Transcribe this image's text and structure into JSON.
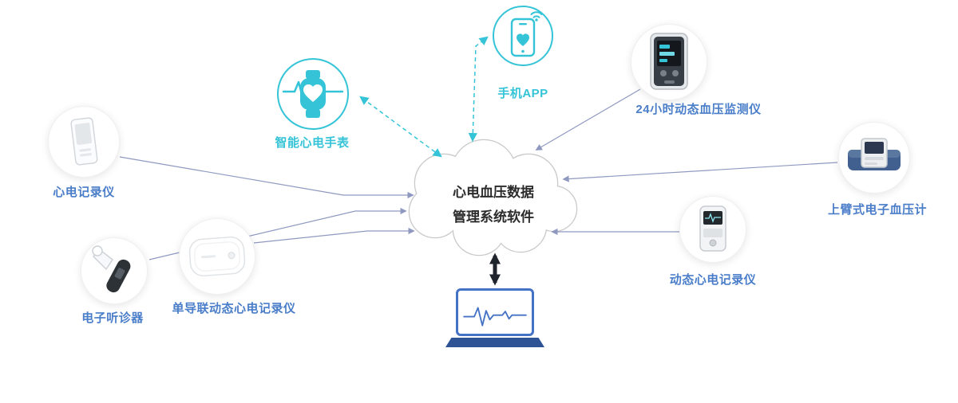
{
  "cloud": {
    "title_line1": "心电血压数据",
    "title_line2": "管理系统软件"
  },
  "labels": {
    "smartwatch": "智能心电手表",
    "phone_app": "手机APP",
    "ecg_recorder": "心电记录仪",
    "stethoscope": "电子听诊器",
    "patch_recorder": "单导联动态心电记录仪",
    "abpm": "24小时动态血压监测仪",
    "bp_meter": "上臂式电子血压计",
    "holter": "动态心电记录仪"
  },
  "colors": {
    "teal": "#35c4d7",
    "label_blue": "#4a7ec9",
    "connector": "#8f99c0",
    "laptop_blue": "#4472c4",
    "laptop_base": "#2f5496",
    "cloud_border": "#c9c9c9",
    "dark_arrow": "#20242c"
  }
}
